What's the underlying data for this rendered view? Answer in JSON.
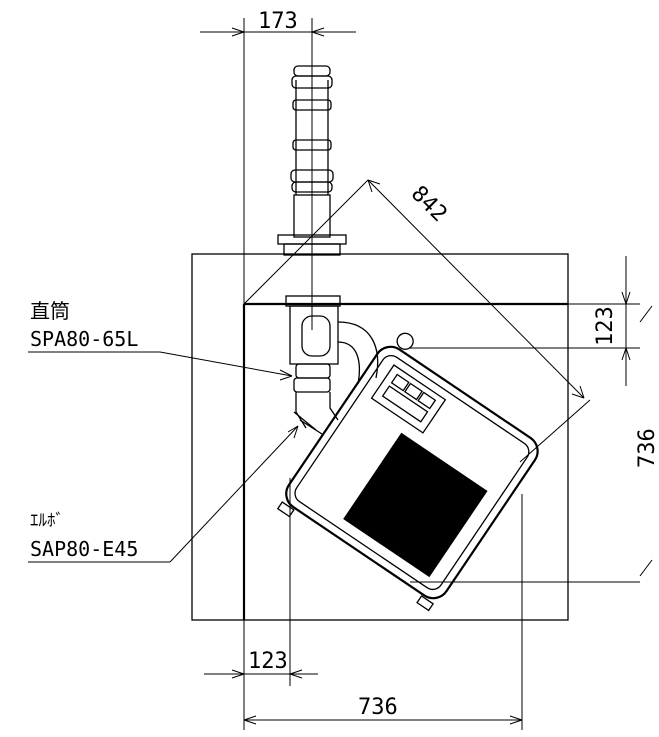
{
  "dimensions": {
    "top_offset": "173",
    "diagonal": "842",
    "right_small": "123",
    "right_depth": "736",
    "bottom_small": "123",
    "bottom_width": "736"
  },
  "callouts": {
    "straight_pipe_name": "直筒",
    "straight_pipe_code": "SPA80-65L",
    "elbow_name": "ｴﾙﾎﾞ",
    "elbow_code": "SAP80-E45"
  },
  "colors": {
    "line": "#000000",
    "panel_fill": "#000000",
    "background": "#ffffff"
  }
}
